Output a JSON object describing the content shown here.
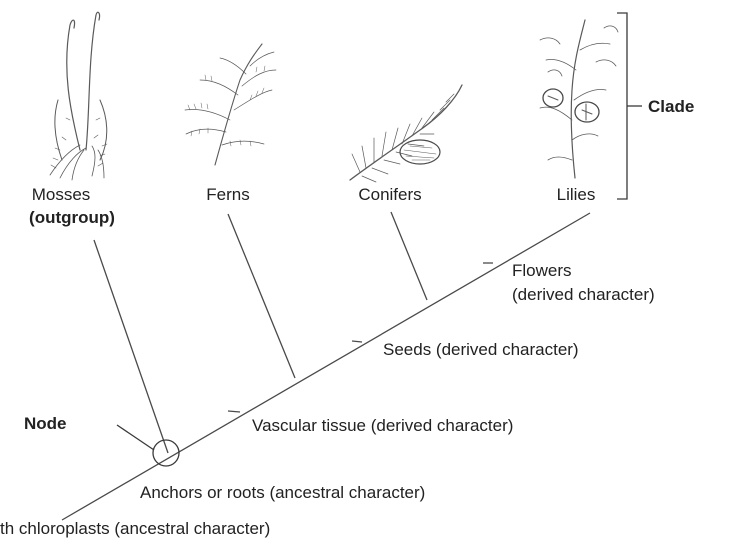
{
  "taxa": [
    {
      "name": "Mosses",
      "note": "(outgroup)",
      "icon": "moss-illustration"
    },
    {
      "name": "Ferns",
      "icon": "fern-illustration"
    },
    {
      "name": "Conifers",
      "icon": "conifer-illustration"
    },
    {
      "name": "Lilies",
      "icon": "lily-illustration"
    }
  ],
  "characters": {
    "flowers_line1": "Flowers",
    "flowers_line2": "(derived character)",
    "seeds": "Seeds (derived character)",
    "vascular": "Vascular tissue (derived character)",
    "anchors": "Anchors or roots (ancestral character)",
    "chloroplasts": "th chloroplasts (ancestral character)"
  },
  "labels": {
    "node": "Node",
    "clade": "Clade"
  },
  "colors": {
    "line": "#4a4a4a",
    "text": "#222222"
  }
}
